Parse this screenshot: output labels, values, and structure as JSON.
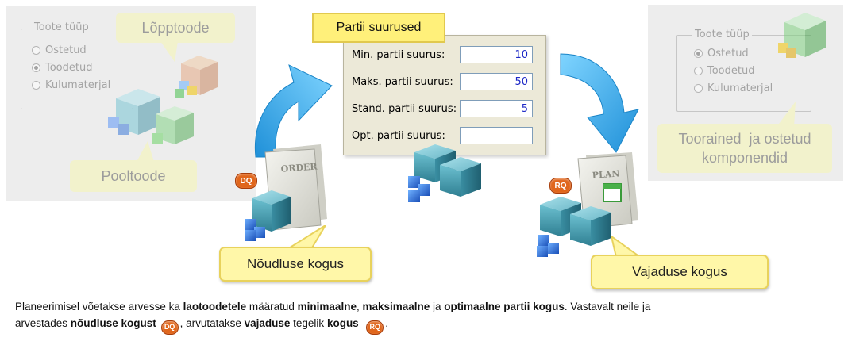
{
  "left_panel": {
    "legend": "Toote tüüp",
    "options": [
      {
        "label": "Ostetud",
        "checked": false
      },
      {
        "label": "Toodetud",
        "checked": true
      },
      {
        "label": "Kulumaterjal",
        "checked": false
      }
    ],
    "callout_top": "Lõpptoode",
    "callout_bottom": "Pooltoode"
  },
  "right_panel": {
    "legend": "Toote tüüp",
    "options": [
      {
        "label": "Ostetud",
        "checked": true
      },
      {
        "label": "Toodetud",
        "checked": false
      },
      {
        "label": "Kulumaterjal",
        "checked": false
      }
    ],
    "callout": "Toorained  ja ostetud komponendid"
  },
  "center_dialog": {
    "title": "Partii suurused",
    "fields": [
      {
        "label": "Min. partii suurus:",
        "value": "10"
      },
      {
        "label": "Maks. partii suurus:",
        "value": "50"
      },
      {
        "label": "Stand. partii suurus:",
        "value": "5"
      },
      {
        "label": "Opt. partii suurus:",
        "value": ""
      }
    ]
  },
  "order_doc": {
    "label": "ORDER",
    "badge": "DQ",
    "callout": "Nõudluse kogus"
  },
  "plan_doc": {
    "label": "PLAN",
    "badge": "RQ",
    "callout": "Vajaduse kogus"
  },
  "note": {
    "p1": "Planeerimisel võetakse arvesse ka ",
    "b1": "laotoodetele",
    "p2": " määratud ",
    "b2": "minimaalne",
    "p3": ", ",
    "b3": "maksimaalne",
    "p4": " ja ",
    "b4": "optimaalne partii kogus",
    "p5": ". Vastavalt neile ja",
    "p6": "arvestades ",
    "b5": "nõudluse kogust",
    "badge1": "DQ",
    "p7": ", arvutatakse ",
    "b6": "vajaduse",
    "p8": " tegelik ",
    "b7": "kogus",
    "badge2": "RQ",
    "p9": "."
  },
  "colors": {
    "arrow_blue": "#2aa6e6",
    "callout_yellow": "#fff7a8",
    "badge_orange": "#e0661c",
    "box_teal": "#4a9fb2",
    "cube_blue": "#2b6fd6"
  }
}
